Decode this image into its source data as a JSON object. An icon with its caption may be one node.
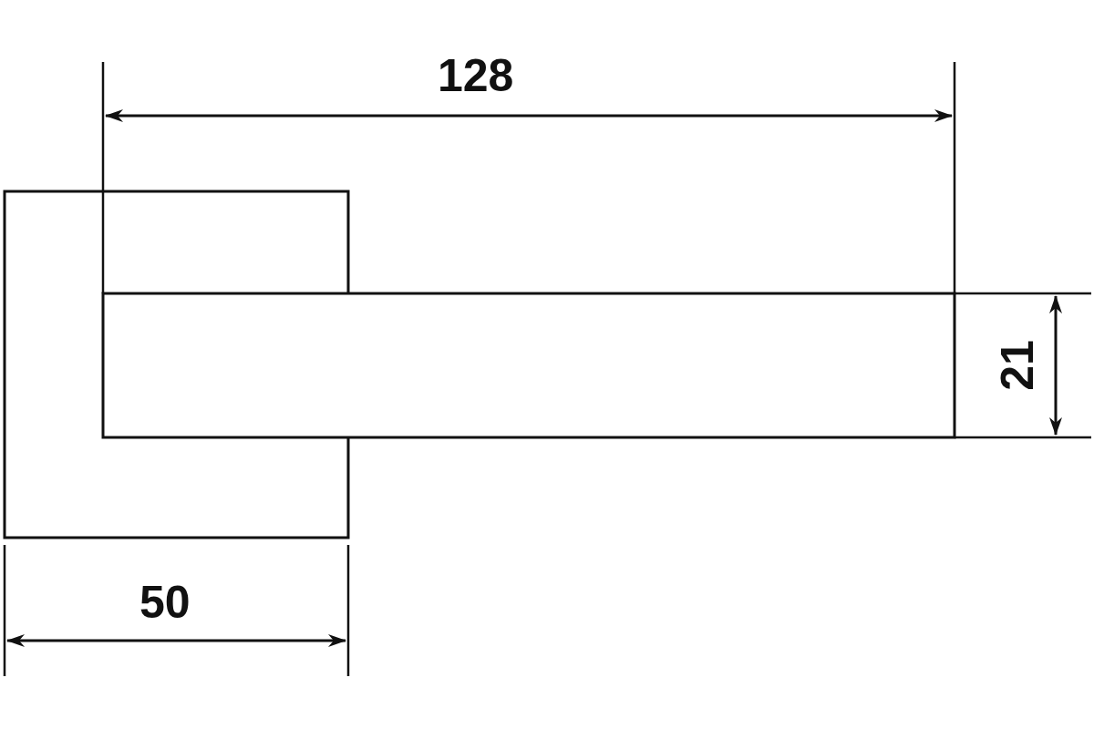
{
  "diagram": {
    "labels": [
      "128",
      "21",
      "50"
    ]
  }
}
